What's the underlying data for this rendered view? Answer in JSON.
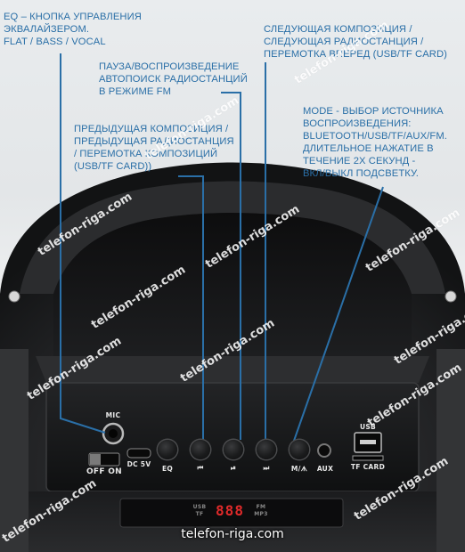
{
  "annotations": {
    "eq": "EQ – КНОПКА УПРАВЛЕНИЯ\nЭКВАЛАЙЗЕРОМ.\nFLAT / BASS / VOCAL",
    "play_pause": "ПАУЗА/ВОСПРОИЗВЕДЕНИЕ\nАВТОПОИСК РАДИОСТАНЦИЙ\nВ РЕЖИМЕ FM",
    "next": "СЛЕДУЮЩАЯ КОМПОЗИЦИЯ /\nСЛЕДУЮЩАЯ РАДИОСТАНЦИЯ /\nПЕРЕМОТКА ВПЕРЕД (USB/TF CARD)",
    "prev": "ПРЕДЫДУЩАЯ КОМПОЗИЦИЯ /\nПРЕДЫДУЩАЯ РАДИОСТАНЦИЯ\n/ ПЕРЕМОТКА КОМПОЗИЦИЙ\n(USB/TF CARD))",
    "mode": "MODE - ВЫБОР ИСТОЧНИКА\nВОСПРОИЗВЕДЕНИЯ:\nBLUETOOTH/USB/TF/AUX/FM.\nДЛИТЕЛЬНОЕ НАЖАТИЕ В\nТЕЧЕНИЕ 2Х СЕКУНД -\nВКЛ/ВЫКЛ ПОДСВЕТКУ."
  },
  "panel": {
    "mic": "MIC",
    "off_on": "OFF ON",
    "dc": "DC 5V",
    "eq": "EQ",
    "prev": "⏮",
    "play": "⏯",
    "next": "⏭",
    "mode": "M/ᗑ",
    "aux": "AUX",
    "usb": "USB",
    "tf": "TF CARD"
  },
  "display": {
    "usb": "USB",
    "tf": "TF",
    "digits": "888",
    "fm": "FM",
    "mp3": "MP3"
  },
  "watermark": "telefon-riga.com",
  "caption": "telefon-riga.com",
  "colors": {
    "annotation": "#2a6fa7",
    "speaker": "#1c1d1f"
  }
}
